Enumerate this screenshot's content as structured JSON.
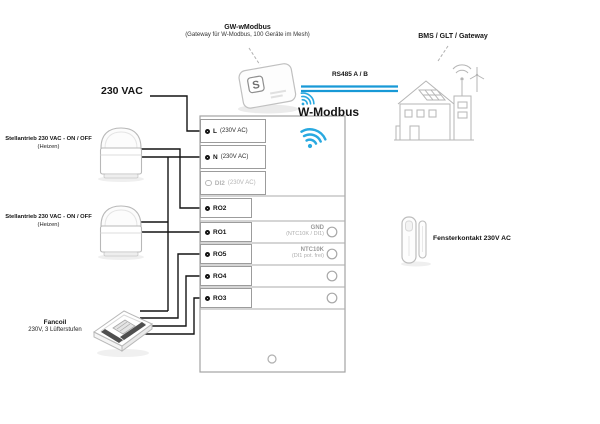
{
  "diagram": {
    "power_label": "230 VAC",
    "wmodbus_label": "W-Modbus",
    "rs485_label": "RS485 A / B"
  },
  "gateway": {
    "title": "GW-wModbus",
    "subtitle": "(Gateway für W-Modbus, 100 Geräte im Mesh)",
    "logo": "S"
  },
  "bms": {
    "label": "BMS / GLT / Gateway"
  },
  "controller": {
    "terminals_left": [
      {
        "label": "L",
        "spec": "(230V AC)"
      },
      {
        "label": "N",
        "spec": "(230V AC)"
      },
      {
        "label": "DI2",
        "spec": "(230V AC)"
      },
      {
        "label": "RO2",
        "spec": ""
      },
      {
        "label": "RO1",
        "spec": ""
      },
      {
        "label": "RO5",
        "spec": ""
      },
      {
        "label": "RO4",
        "spec": ""
      },
      {
        "label": "RO3",
        "spec": ""
      }
    ],
    "terminals_right": [
      {
        "label": "GND",
        "spec": "(NTC10K / DI1)"
      },
      {
        "label": "NTC10K",
        "spec": "(DI1 pot. frei)"
      }
    ]
  },
  "devices": {
    "actuator1": {
      "label": "Stellantrieb 230 VAC - ON / OFF",
      "sublabel": "(Heizen)"
    },
    "actuator2": {
      "label": "Stellantrieb 230 VAC - ON / OFF",
      "sublabel": "(Heizen)"
    },
    "fancoil": {
      "label": "Fancoil",
      "sublabel": "230V, 3 Lüfterstufen"
    },
    "window_contact": {
      "label": "Fensterkontakt 230V AC"
    }
  },
  "colors": {
    "accent_wifi": "#29a9e0",
    "rs485_line": "#1899d6",
    "wire": "#141414",
    "inactive_gray": "#b5b5b5"
  }
}
